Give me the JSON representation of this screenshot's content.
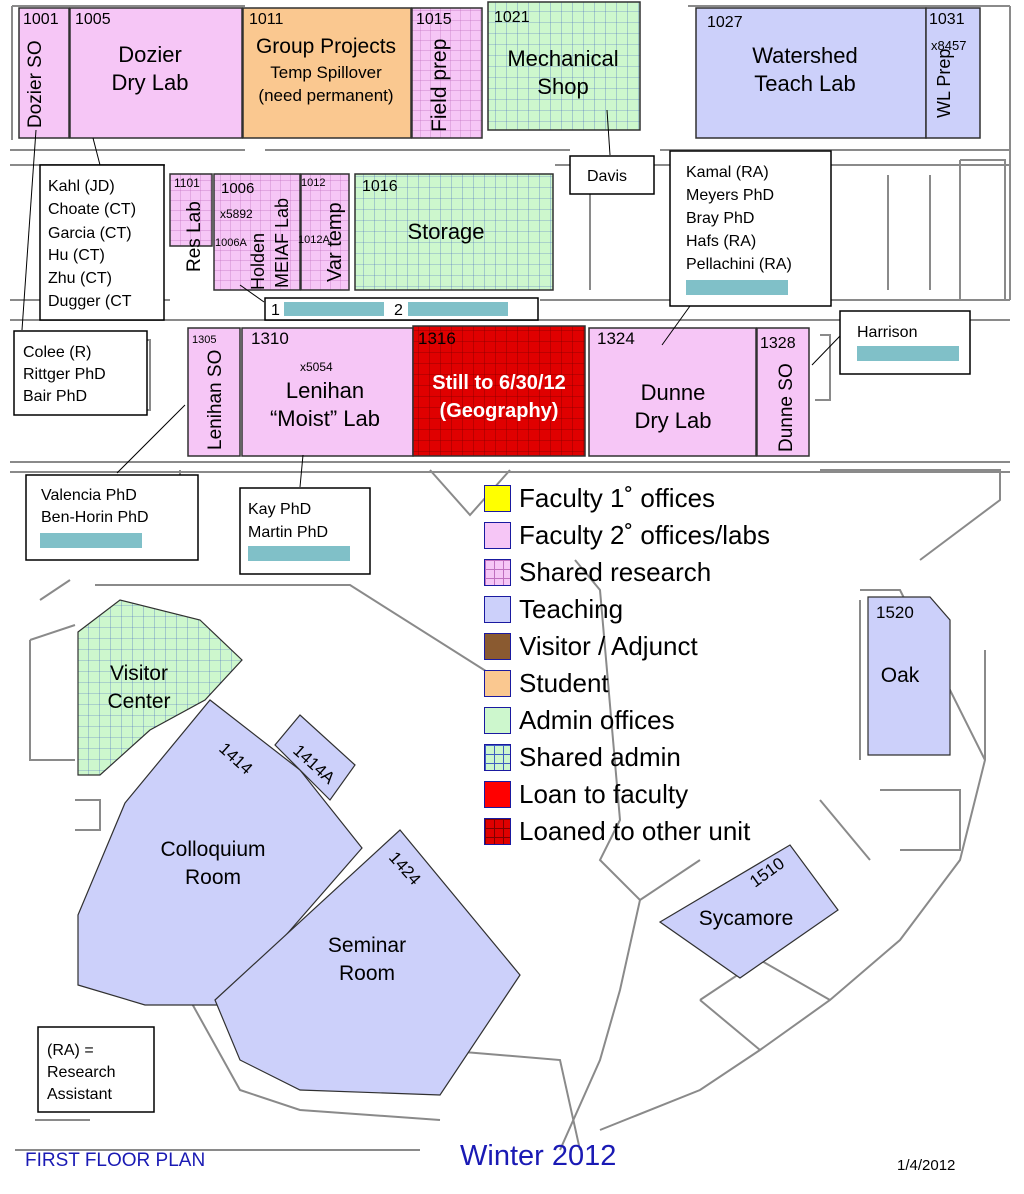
{
  "colors": {
    "faculty1": "#ffff00",
    "faculty2": "#f6c6f6",
    "shared_research": "#f6c6f6",
    "teaching": "#ccd0fa",
    "visitor": "#8a5a30",
    "student": "#fac890",
    "admin": "#cdf7cd",
    "shared_admin": "#cdf7cd",
    "loan": "#ff0000",
    "loaned": "#e00000",
    "bar": "#80c0c8",
    "text_blue": "#1a1ab4"
  },
  "rooms": {
    "r1001": {
      "num": "1001",
      "name": "Dozier SO"
    },
    "r1005": {
      "num": "1005",
      "name1": "Dozier",
      "name2": "Dry Lab"
    },
    "r1011": {
      "num": "1011",
      "name1": "Group Projects",
      "name2": "Temp Spillover",
      "name3": "(need permanent)"
    },
    "r1015": {
      "num": "1015",
      "name": "Field prep"
    },
    "r1021": {
      "num": "1021",
      "name1": "Mechanical",
      "name2": "Shop"
    },
    "r1027": {
      "num": "1027",
      "name1": "Watershed",
      "name2": "Teach Lab"
    },
    "r1031": {
      "num": "1031",
      "ext": "x8457",
      "name": "WL Prep"
    },
    "r1101": {
      "num": "1101",
      "name": "Res Lab"
    },
    "r1006": {
      "num": "1006",
      "ext": "x5892",
      "num2": "1006A",
      "name1": "Holden",
      "name2": "MEIAF Lab"
    },
    "r1012": {
      "num": "1012",
      "num2": "1012A",
      "name": "Var temp"
    },
    "r1016": {
      "num": "1016",
      "name": "Storage"
    },
    "r1305": {
      "num": "1305",
      "name": "Lenihan SO"
    },
    "r1310": {
      "num": "1310",
      "ext": "x5054",
      "name1": "Lenihan",
      "name2": "“Moist” Lab"
    },
    "r1316": {
      "num": "1316",
      "name1": "Still to 6/30/12",
      "name2": "(Geography)"
    },
    "r1324": {
      "num": "1324",
      "name1": "Dunne",
      "name2": "Dry Lab"
    },
    "r1328": {
      "num": "1328",
      "name": "Dunne SO"
    },
    "visitor_center": {
      "name1": "Visitor",
      "name2": "Center"
    },
    "r1414": {
      "num": "1414",
      "num2": "1414A",
      "name1": "Colloquium",
      "name2": "Room"
    },
    "r1424": {
      "num": "1424",
      "name1": "Seminar",
      "name2": "Room"
    },
    "r1520": {
      "num": "1520",
      "name": "Oak"
    },
    "r1510": {
      "num": "1510",
      "name": "Sycamore"
    }
  },
  "callouts": {
    "davis": {
      "lines": [
        "Davis"
      ]
    },
    "kahl_group": {
      "lines": [
        "Kahl (JD)",
        "Choate (CT)",
        "Garcia (CT)",
        "Hu (CT)",
        "Zhu (CT)",
        "Dugger (CT"
      ]
    },
    "kamal_group": {
      "lines": [
        "Kamal (RA)",
        "Meyers PhD",
        "Bray PhD",
        "Hafs (RA)",
        "Pellachini (RA)"
      ]
    },
    "workstations": {
      "label1": "1",
      "label2": "2"
    },
    "colee_group": {
      "lines": [
        "Colee (R)",
        "Rittger PhD",
        "Bair PhD"
      ]
    },
    "harrison": {
      "lines": [
        "Harrison"
      ]
    },
    "valencia_group": {
      "lines": [
        "Valencia PhD",
        "Ben-Horin  PhD"
      ]
    },
    "kay_group": {
      "lines": [
        "Kay PhD",
        "Martin PhD"
      ]
    },
    "ra_note": {
      "lines": [
        "(RA) =",
        "Research",
        "Assistant"
      ]
    }
  },
  "legend": [
    {
      "key": "faculty1",
      "label": "Faculty 1˚ offices"
    },
    {
      "key": "faculty2",
      "label": "Faculty 2˚ offices/labs"
    },
    {
      "key": "shared_research",
      "label": "Shared research"
    },
    {
      "key": "teaching",
      "label": "Teaching"
    },
    {
      "key": "visitor",
      "label": "Visitor / Adjunct"
    },
    {
      "key": "student",
      "label": "Student"
    },
    {
      "key": "admin",
      "label": "Admin offices"
    },
    {
      "key": "shared_admin",
      "label": "Shared admin"
    },
    {
      "key": "loan",
      "label": "Loan to faculty"
    },
    {
      "key": "loaned",
      "label": "Loaned to other unit"
    }
  ],
  "footer": {
    "plan_title": "FIRST FLOOR PLAN",
    "term": "Winter 2012",
    "date": "1/4/2012"
  }
}
